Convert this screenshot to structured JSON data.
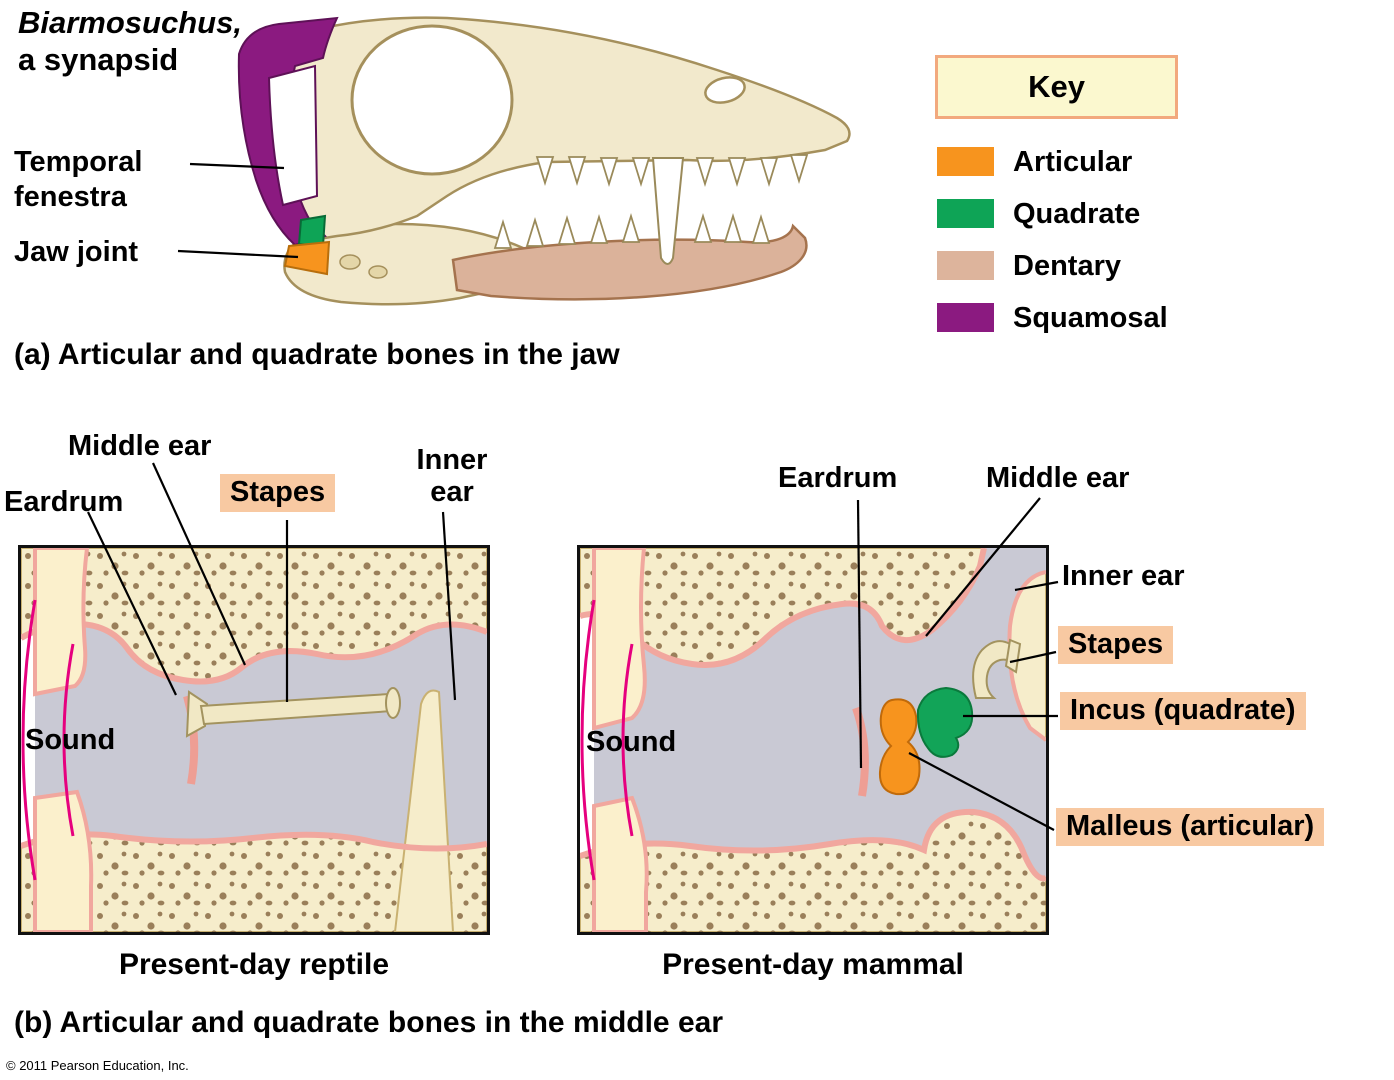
{
  "figure": {
    "copyright": "© 2011 Pearson Education, Inc.",
    "part_a": {
      "species_name": "Biarmosuchus,",
      "species_desc": "a synapsid",
      "temporal_fenestra_line1": "Temporal",
      "temporal_fenestra_line2": "fenestra",
      "jaw_joint": "Jaw joint",
      "caption": "(a) Articular and quadrate bones in the jaw"
    },
    "key": {
      "title": "Key",
      "bg_color": "#FBF8CF",
      "items": [
        {
          "label": "Articular",
          "color": "#F7941E"
        },
        {
          "label": "Quadrate",
          "color": "#0EA456"
        },
        {
          "label": "Dentary",
          "color": "#DDB49C"
        },
        {
          "label": "Squamosal",
          "color": "#8B1A80"
        }
      ]
    },
    "part_b": {
      "caption": "(b) Articular and quadrate bones in the middle ear",
      "highlight_color": "#F8C9A2",
      "reptile": {
        "caption": "Present-day reptile",
        "middle_ear": "Middle ear",
        "eardrum": "Eardrum",
        "stapes": "Stapes",
        "inner_ear_line1": "Inner",
        "inner_ear_line2": "ear",
        "sound": "Sound"
      },
      "mammal": {
        "caption": "Present-day mammal",
        "eardrum": "Eardrum",
        "middle_ear": "Middle ear",
        "inner_ear": "Inner ear",
        "stapes": "Stapes",
        "incus": "Incus (quadrate)",
        "malleus": "Malleus (articular)",
        "sound": "Sound"
      }
    }
  }
}
